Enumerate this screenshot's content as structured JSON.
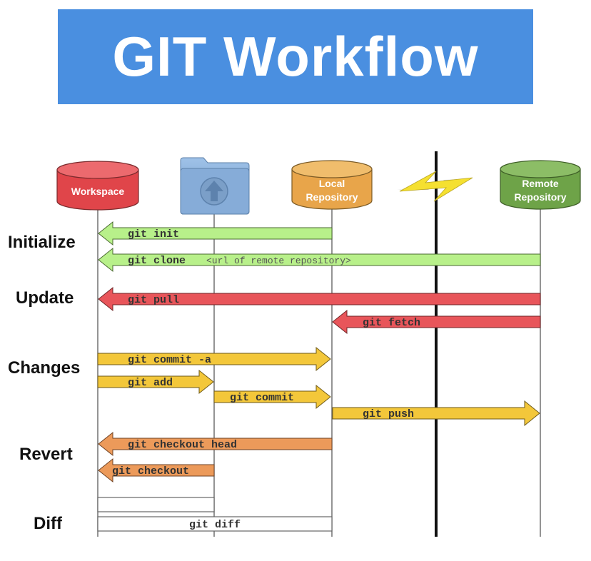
{
  "title": "GIT Workflow",
  "colors": {
    "banner": "#4a8fe0",
    "workspace": "#e0454a",
    "local_repository": "#e8a54a",
    "remote_repository": "#6ea348",
    "initialize_arrow": "#b8f08a",
    "update_arrow": "#e8555a",
    "changes_arrow": "#f3c73a",
    "revert_arrow": "#ec9a5a",
    "diff_box": "#ffffff"
  },
  "nodes": {
    "workspace": {
      "label": "Workspace"
    },
    "index": {
      "label": "",
      "icon": "folder-upload-icon"
    },
    "local": {
      "label_lines": [
        "Local",
        "Repository"
      ]
    },
    "network": {
      "icon": "lightning-bolt-icon"
    },
    "remote": {
      "label_lines": [
        "Remote",
        "Repository"
      ]
    }
  },
  "sections": {
    "initialize": "Initialize",
    "update": "Update",
    "changes": "Changes",
    "revert": "Revert",
    "diff": "Diff"
  },
  "commands": {
    "git_init": "git init",
    "git_clone": "git clone",
    "git_clone_arg": "<url of remote repository>",
    "git_pull": "git pull",
    "git_fetch": "git fetch",
    "git_commit_a": "git commit -a",
    "git_add": "git add",
    "git_commit": "git commit",
    "git_push": "git push",
    "git_checkout_head": "git checkout head",
    "git_checkout": "git checkout",
    "git_diff": "git diff"
  }
}
